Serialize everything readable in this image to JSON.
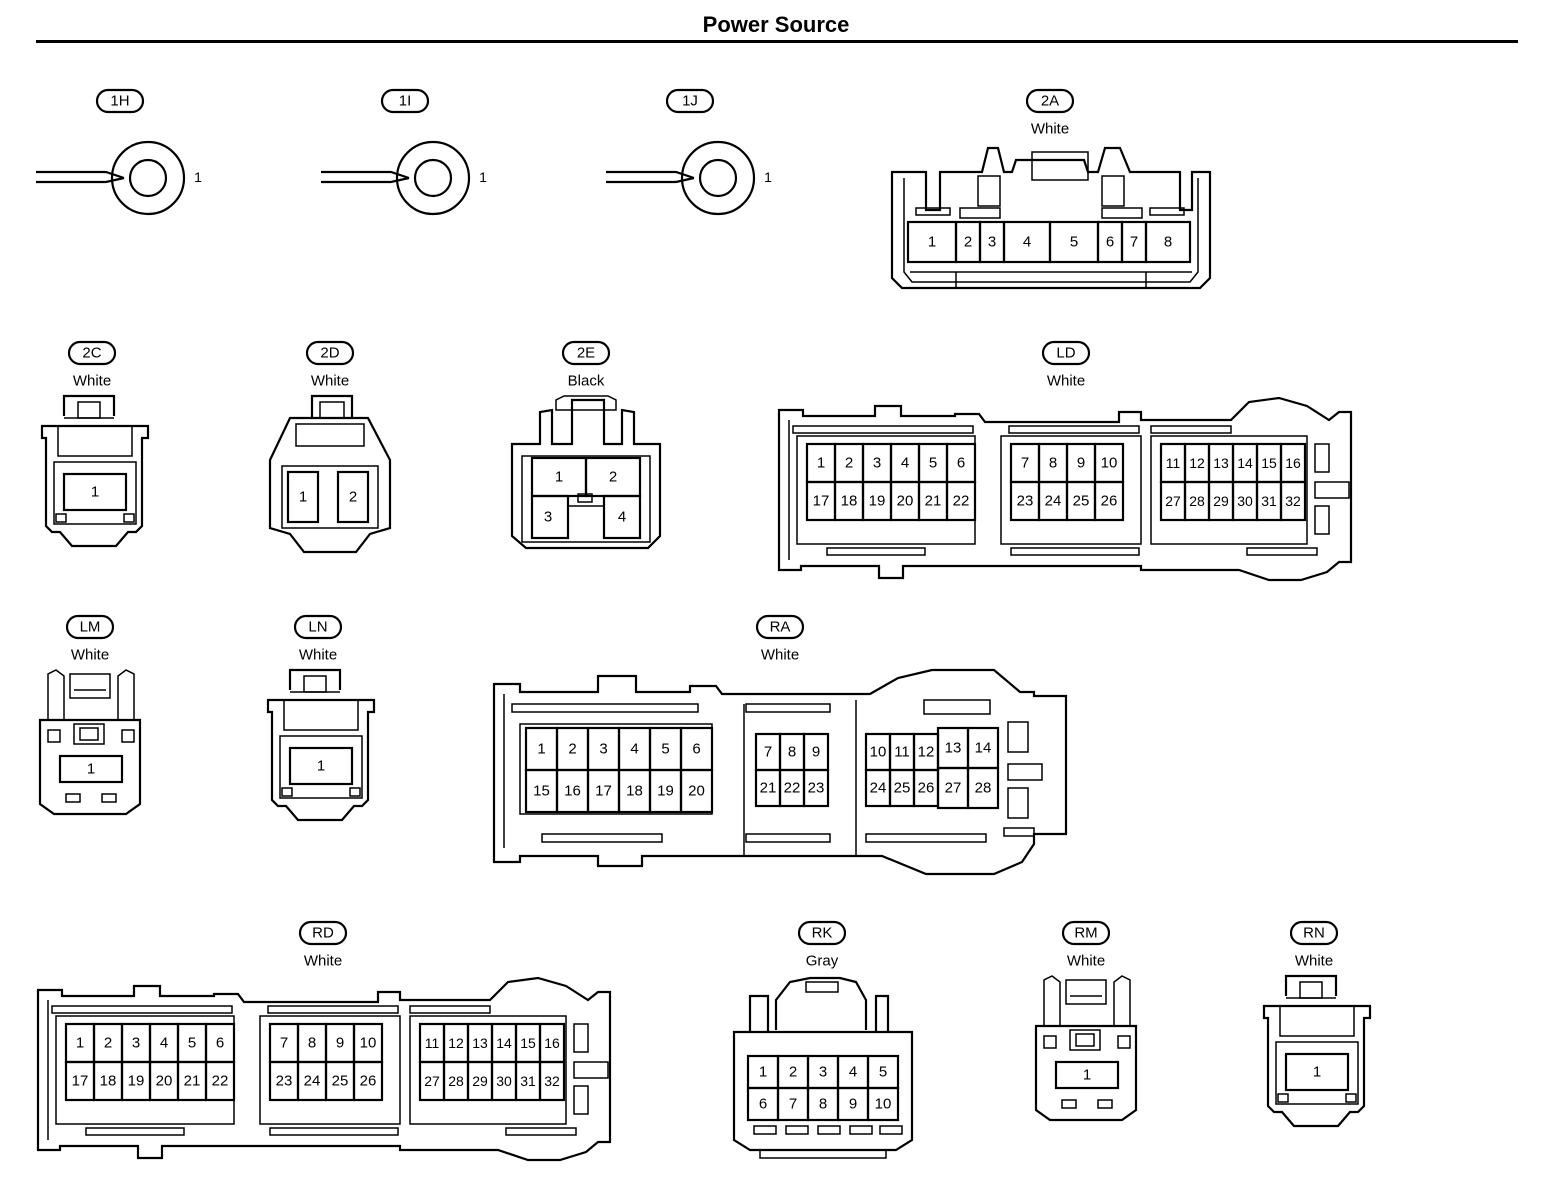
{
  "page": {
    "title": "Power Source"
  },
  "connectors": [
    {
      "id": "1H",
      "color": "",
      "kind": "ring",
      "pins": [
        "1"
      ]
    },
    {
      "id": "1I",
      "color": "",
      "kind": "ring",
      "pins": [
        "1"
      ]
    },
    {
      "id": "1J",
      "color": "",
      "kind": "ring",
      "pins": [
        "1"
      ]
    },
    {
      "id": "2A",
      "color": "White",
      "kind": "block",
      "rows": [
        [
          "1",
          "2",
          "3",
          "4",
          "5",
          "6",
          "7",
          "8"
        ]
      ]
    },
    {
      "id": "2C",
      "color": "White",
      "kind": "block",
      "rows": [
        [
          "1"
        ]
      ]
    },
    {
      "id": "2D",
      "color": "White",
      "kind": "block",
      "rows": [
        [
          "1",
          "2"
        ]
      ]
    },
    {
      "id": "2E",
      "color": "Black",
      "kind": "block",
      "rows": [
        [
          "1",
          "2"
        ],
        [
          "3",
          "4"
        ]
      ]
    },
    {
      "id": "LD",
      "color": "White",
      "kind": "block",
      "groups": [
        [
          [
            "1",
            "2",
            "3",
            "4",
            "5",
            "6"
          ],
          [
            "17",
            "18",
            "19",
            "20",
            "21",
            "22"
          ]
        ],
        [
          [
            "7",
            "8",
            "9",
            "10"
          ],
          [
            "23",
            "24",
            "25",
            "26"
          ]
        ],
        [
          [
            "11",
            "12",
            "13",
            "14",
            "15",
            "16"
          ],
          [
            "27",
            "28",
            "29",
            "30",
            "31",
            "32"
          ]
        ]
      ]
    },
    {
      "id": "LM",
      "color": "White",
      "kind": "block",
      "rows": [
        [
          "1"
        ]
      ]
    },
    {
      "id": "LN",
      "color": "White",
      "kind": "block",
      "rows": [
        [
          "1"
        ]
      ]
    },
    {
      "id": "RA",
      "color": "White",
      "kind": "block",
      "groups": [
        [
          [
            "1",
            "2",
            "3",
            "4",
            "5",
            "6"
          ],
          [
            "15",
            "16",
            "17",
            "18",
            "19",
            "20"
          ]
        ],
        [
          [
            "7",
            "8",
            "9"
          ],
          [
            "21",
            "22",
            "23"
          ]
        ],
        [
          [
            "10",
            "11",
            "12"
          ],
          [
            "24",
            "25",
            "26"
          ]
        ],
        [
          [
            "13",
            "14"
          ],
          [
            "27",
            "28"
          ]
        ]
      ]
    },
    {
      "id": "RD",
      "color": "White",
      "kind": "block",
      "groups": [
        [
          [
            "1",
            "2",
            "3",
            "4",
            "5",
            "6"
          ],
          [
            "17",
            "18",
            "19",
            "20",
            "21",
            "22"
          ]
        ],
        [
          [
            "7",
            "8",
            "9",
            "10"
          ],
          [
            "23",
            "24",
            "25",
            "26"
          ]
        ],
        [
          [
            "11",
            "12",
            "13",
            "14",
            "15",
            "16"
          ],
          [
            "27",
            "28",
            "29",
            "30",
            "31",
            "32"
          ]
        ]
      ]
    },
    {
      "id": "RK",
      "color": "Gray",
      "kind": "block",
      "rows": [
        [
          "1",
          "2",
          "3",
          "4",
          "5"
        ],
        [
          "6",
          "7",
          "8",
          "9",
          "10"
        ]
      ]
    },
    {
      "id": "RM",
      "color": "White",
      "kind": "block",
      "rows": [
        [
          "1"
        ]
      ]
    },
    {
      "id": "RN",
      "color": "White",
      "kind": "block",
      "rows": [
        [
          "1"
        ]
      ]
    }
  ]
}
